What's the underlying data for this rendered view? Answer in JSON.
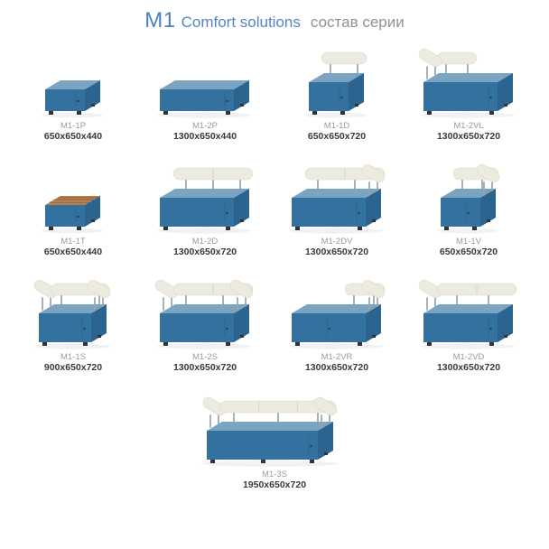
{
  "header": {
    "series": "M1",
    "subtitle": "Comfort solutions",
    "caption": "состав серии",
    "accent_color": "#4a7fc0",
    "caption_color": "#8d9298"
  },
  "colors": {
    "upholstery_top": "#7ba3c2",
    "upholstery_front": "#33719f",
    "upholstery_side": "#2b648f",
    "bolster": "#edebdf",
    "chrome_post": "#99a3ab",
    "wood_top": "#b5824f",
    "label_name": "#9b9b9b",
    "label_dims": "#3a3a3a",
    "background": "#ffffff"
  },
  "products": [
    {
      "name": "M1-1P",
      "dims": "650x650x440",
      "variant": "low square pouf"
    },
    {
      "name": "M1-2P",
      "dims": "1300x650x440",
      "variant": "low bench pouf"
    },
    {
      "name": "M1-1D",
      "dims": "650x650x720",
      "variant": "square module with back bolster"
    },
    {
      "name": "M1-2VL",
      "dims": "1300x650x720",
      "variant": "bench with corner bolster left"
    },
    {
      "name": "M1-1T",
      "dims": "650x650x440",
      "variant": "square module with wooden table top"
    },
    {
      "name": "M1-2D",
      "dims": "1300x650x720",
      "variant": "bench with full back bolster"
    },
    {
      "name": "M1-2DV",
      "dims": "1300x650x720",
      "variant": "bench with back bolster and right arm"
    },
    {
      "name": "M1-1V",
      "dims": "650x650x720",
      "variant": "square module with corner bolsters"
    },
    {
      "name": "M1-1S",
      "dims": "900x650x720",
      "variant": "armchair with back and two arms"
    },
    {
      "name": "M1-2S",
      "dims": "1300x650x720",
      "variant": "sofa with back and two arms"
    },
    {
      "name": "M1-2VR",
      "dims": "1300x650x720",
      "variant": "bench with corner bolster right"
    },
    {
      "name": "M1-2VD",
      "dims": "1300x650x720",
      "variant": "bench with back bolster and left arm"
    },
    {
      "name": "M1-3S",
      "dims": "1950x650x720",
      "variant": "three-seat sofa with back and two arms"
    }
  ]
}
